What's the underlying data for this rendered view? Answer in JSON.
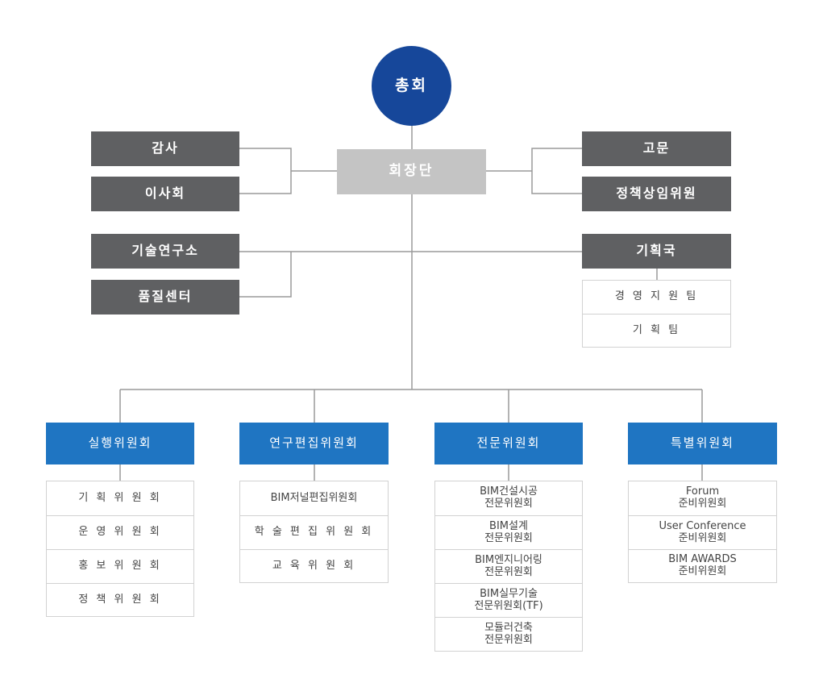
{
  "top": {
    "general": "총회",
    "presidency": "회장단"
  },
  "left": {
    "audit": "감사",
    "board": "이사회",
    "institute": "기술연구소",
    "quality": "품질센터"
  },
  "right": {
    "advisor": "고문",
    "policy_committee": "정책상임위원",
    "planning_bureau": "기획국"
  },
  "planning_teams": [
    "경 영 지 원 팀",
    "기 획 팀"
  ],
  "divisions": [
    {
      "title": "실행위원회",
      "items": [
        "기 획 위 원 회",
        "운 영 위 원 회",
        "홍 보 위 원 회",
        "정 책 위 원 회"
      ]
    },
    {
      "title": "연구편집위원회",
      "items": [
        "BIM저널편집위원회",
        "학 술 편 집 위 원 회",
        "교 육 위 원 회"
      ]
    },
    {
      "title": "전문위원회",
      "items": [
        [
          "BIM건설시공",
          "전문위원회"
        ],
        [
          "BIM설계",
          "전문위원회"
        ],
        [
          "BIM엔지니어링",
          "전문위원회"
        ],
        [
          "BIM실무기술",
          "전문위원회(TF)"
        ],
        [
          "모듈러건축",
          "전문위원회"
        ]
      ]
    },
    {
      "title": "특별위원회",
      "items": [
        [
          "Forum",
          "준비위원회"
        ],
        [
          "User Conference",
          "준비위원회"
        ],
        [
          "BIM AWARDS",
          "준비위원회"
        ]
      ]
    }
  ],
  "colors": {
    "navy": "#16479a",
    "blue": "#1f75c2",
    "dark_gray": "#5f6062",
    "light_gray": "#c4c4c4",
    "line": "#9a9a9a"
  }
}
